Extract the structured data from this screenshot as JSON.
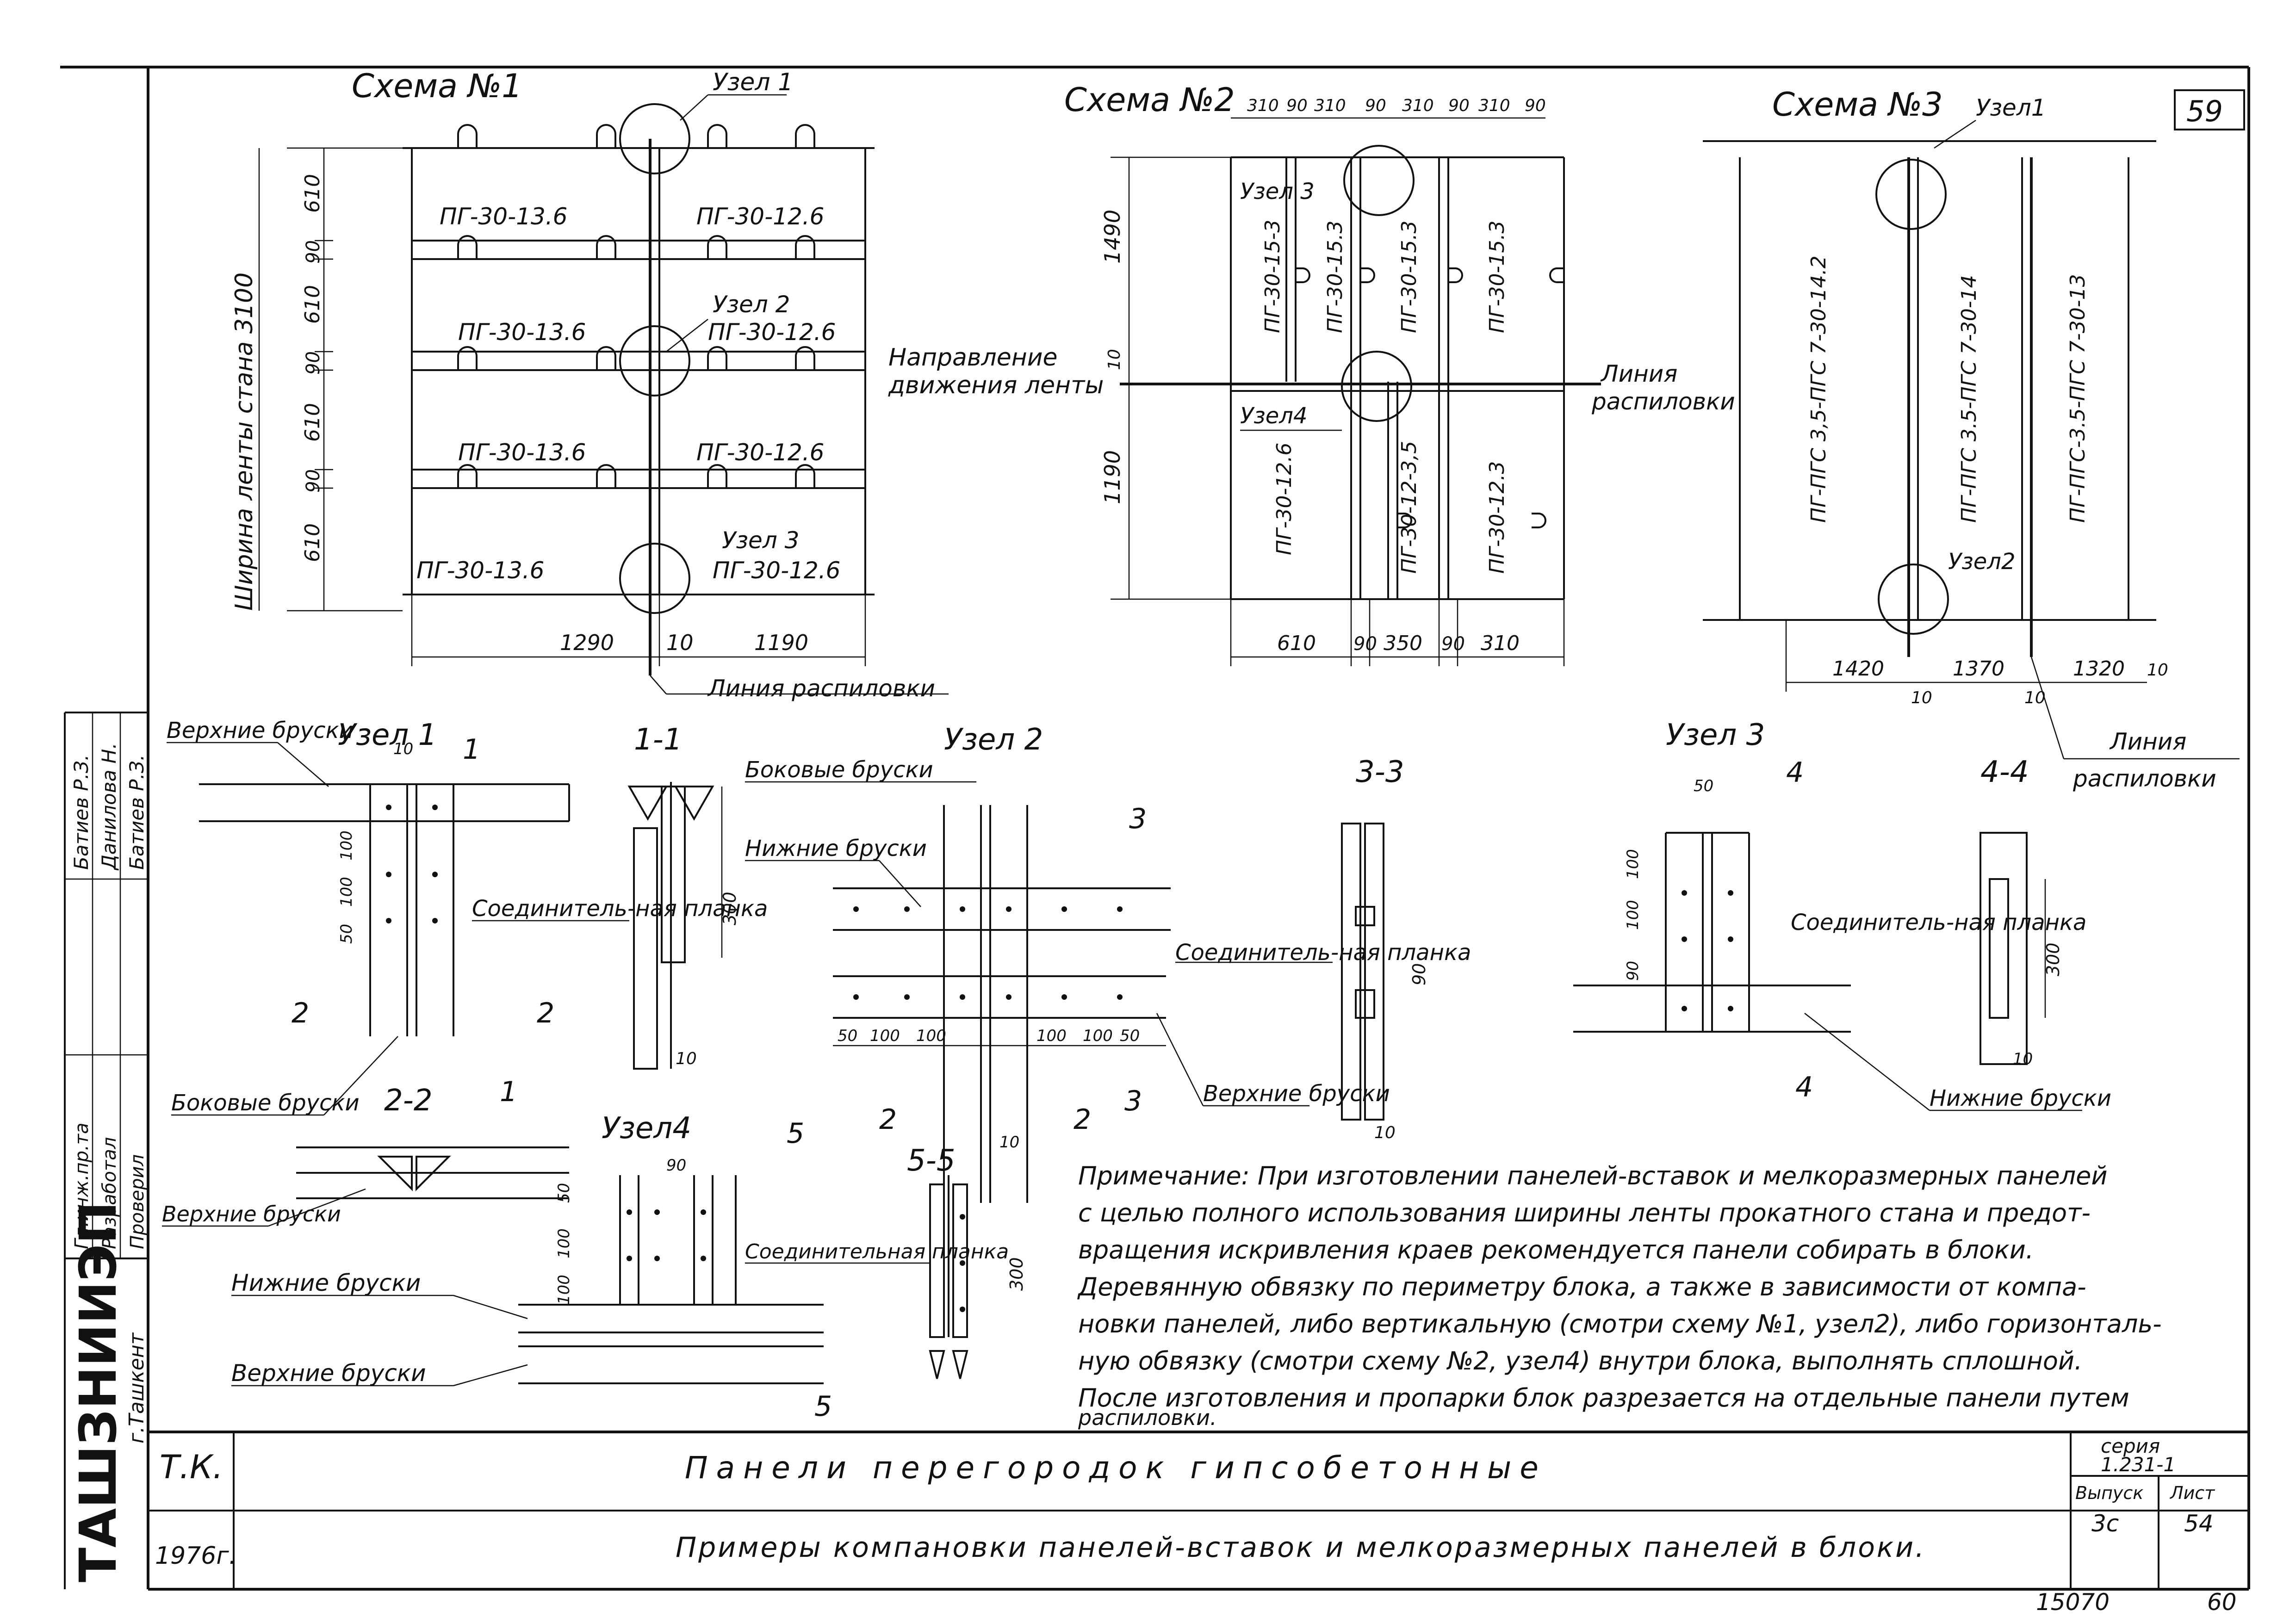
{
  "sheet_number": "59",
  "scheme1": {
    "title": "Схема №1",
    "node1": "Узел 1",
    "node2": "Узел 2",
    "node3": "Узел 3",
    "width_label": "Ширина ленты стана 3100",
    "left_dims": [
      "610",
      "90",
      "610",
      "90",
      "610",
      "90",
      "610"
    ],
    "panels_left": [
      "ПГ-30-13.6",
      "ПГ-30-13.6",
      "ПГ-30-13.6",
      "ПГ-30-13.6"
    ],
    "panels_right": [
      "ПГ-30-12.6",
      "ПГ-30-12.6",
      "ПГ-30-12.6",
      "ПГ-30-12.6"
    ],
    "bottom_dims": [
      "1290",
      "10",
      "1190"
    ],
    "saw_line": "Линия распиловки"
  },
  "scheme2": {
    "title": "Схема №2",
    "top_dims": [
      "310",
      "90",
      "310",
      "90",
      "310",
      "90",
      "310",
      "90"
    ],
    "left_dims": [
      "1490",
      "10",
      "1190"
    ],
    "node3": "Узел 3",
    "node4": "Узел4",
    "panels_top": [
      "ПГ-30-15-3",
      "ПГ-30-15.3",
      "ПГ-30-15.3",
      "ПГ-30-15.3"
    ],
    "panels_bottom": [
      "ПГ-30-12.6",
      "ПГ-30-12-3,5",
      "ПГ-30-12.3"
    ],
    "bottom_dims": [
      "610",
      "90",
      "350",
      "90",
      "310"
    ],
    "direction_label_1": "Направление",
    "direction_label_2": "движения ленты",
    "saw_line_1": "Линия",
    "saw_line_2": "распиловки"
  },
  "scheme3": {
    "title": "Схема №3",
    "node1": "Узел1",
    "node2": "Узел2",
    "panels": [
      "ПГ-ПГС 3,5-ПГС 7-30-14.2",
      "ПГ-ПГС 3.5-ПГС 7-30-14",
      "ПГ-ПГС-3.5-ПГС 7-30-13"
    ],
    "bottom_dims": [
      "1420",
      "10",
      "1370",
      "10",
      "1320",
      "10"
    ],
    "saw_line_1": "Линия",
    "saw_line_2": "распиловки"
  },
  "details": {
    "node1_title": "Узел 1",
    "sec11": "1-1",
    "sec22": "2-2",
    "node2_title": "Узел 2",
    "sec33": "3-3",
    "node3_title": "Узел 3",
    "sec44": "4-4",
    "node4_title": "Узел4",
    "sec55": "5-5",
    "top_bars": "Верхние бруски",
    "side_bars": "Боковые бруски",
    "bottom_bars": "Нижние бруски",
    "plate": "Соединитель-ная планка",
    "plate_full": "Соединительная планка",
    "upper_bars_label": "Верхние бруски",
    "lower_bars_label": "Нижние бруски",
    "dims_misc": [
      "10",
      "100",
      "100",
      "50",
      "300",
      "90",
      "50",
      "100",
      "100",
      "100",
      "100",
      "50",
      "10",
      "300",
      "10",
      "50",
      "100",
      "100",
      "90",
      "300"
    ]
  },
  "stamp_side": {
    "rows": [
      {
        "role": "Гл.инж.пр.та",
        "name": "Батиев Р.З."
      },
      {
        "role": "Разработал",
        "name": "Данилова Н."
      },
      {
        "role": "Проверил",
        "name": "Батиев Р.З."
      }
    ],
    "org": "ТАШЗНИИЭП",
    "city": "г.Ташкент"
  },
  "note": {
    "lines": [
      "Примечание: При изготовлении панелей-вставок и мелкоразмерных панелей",
      "с целью полного использования ширины ленты прокатного стана и предот-",
      "вращения искривления краев рекомендуется панели собирать в блоки.",
      "Деревянную обвязку по периметру блока, а также в зависимости от компа-",
      "новки панелей, либо вертикальную (смотри схему №1, узел2), либо горизонталь-",
      "ную обвязку (смотри схему №2, узел4) внутри блока, выполнять сплошной.",
      "После изготовления и пропарки блок разрезается на отдельные панели путем",
      "распиловки."
    ]
  },
  "title_block": {
    "code": "Т.К.",
    "year": "1976г.",
    "title1": "Панели перегородок гипсобетонные",
    "title2": "Примеры компановки панелей-вставок и мелкоразмерных панелей в блоки.",
    "series_label": "серия",
    "series": "1.231-1",
    "issue_label": "Выпуск",
    "issue": "3с",
    "sheet_label": "Лист",
    "sheet": "54",
    "bottom_code": "15070",
    "bottom_page": "60"
  }
}
